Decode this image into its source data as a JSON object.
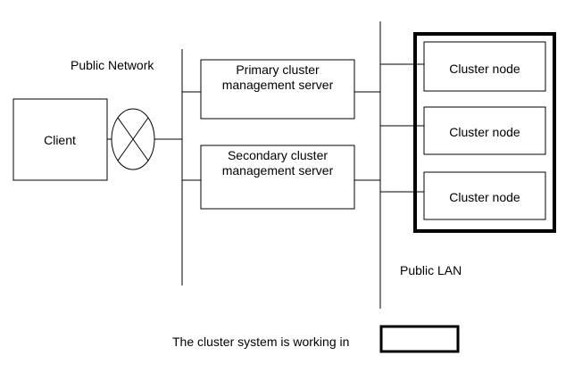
{
  "labels": {
    "public_network": "Public Network",
    "public_lan": "Public LAN",
    "client": "Client",
    "primary_server": [
      "Primary cluster",
      "management server"
    ],
    "secondary_server": [
      "Secondary cluster",
      "management server"
    ],
    "cluster_nodes": [
      "Cluster node",
      "Cluster node",
      "Cluster node"
    ],
    "status_caption": "The cluster system is working in",
    "status_value": ""
  }
}
